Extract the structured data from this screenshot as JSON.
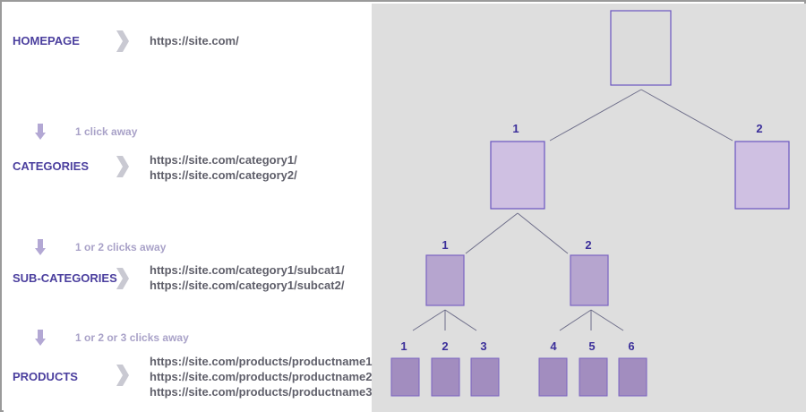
{
  "levels": [
    {
      "label": "HOMEPAGE",
      "urls": [
        "https://site.com/"
      ]
    },
    {
      "label": "CATEGORIES",
      "urls": [
        "https://site.com/category1/",
        "https://site.com/category2/"
      ]
    },
    {
      "label": "SUB-CATEGORIES",
      "urls": [
        "https://site.com/category1/subcat1/",
        "https://site.com/category1/subcat2/"
      ]
    },
    {
      "label": "PRODUCTS",
      "urls": [
        "https://site.com/products/productname1",
        "https://site.com/products/productname2",
        "https://site.com/products/productname3"
      ]
    }
  ],
  "click_notes": [
    "1 click away",
    "1 or 2 clicks away",
    "1 or 2 or 3 clicks away"
  ],
  "tree": {
    "categories": [
      "1",
      "2"
    ],
    "subcategories": [
      "1",
      "2"
    ],
    "products": [
      "1",
      "2",
      "3",
      "4",
      "5",
      "6"
    ]
  },
  "colors": {
    "label": "#4b3f9e",
    "url": "#5f5f6a",
    "note": "#a9a2c8",
    "root_fill": "#dcdcdc",
    "category_fill": "#cfc0e2",
    "subcategory_fill": "#b6a5cf",
    "product_fill": "#a28dbf",
    "node_stroke": "#6b55c0",
    "edge": "#6f6f8a"
  }
}
